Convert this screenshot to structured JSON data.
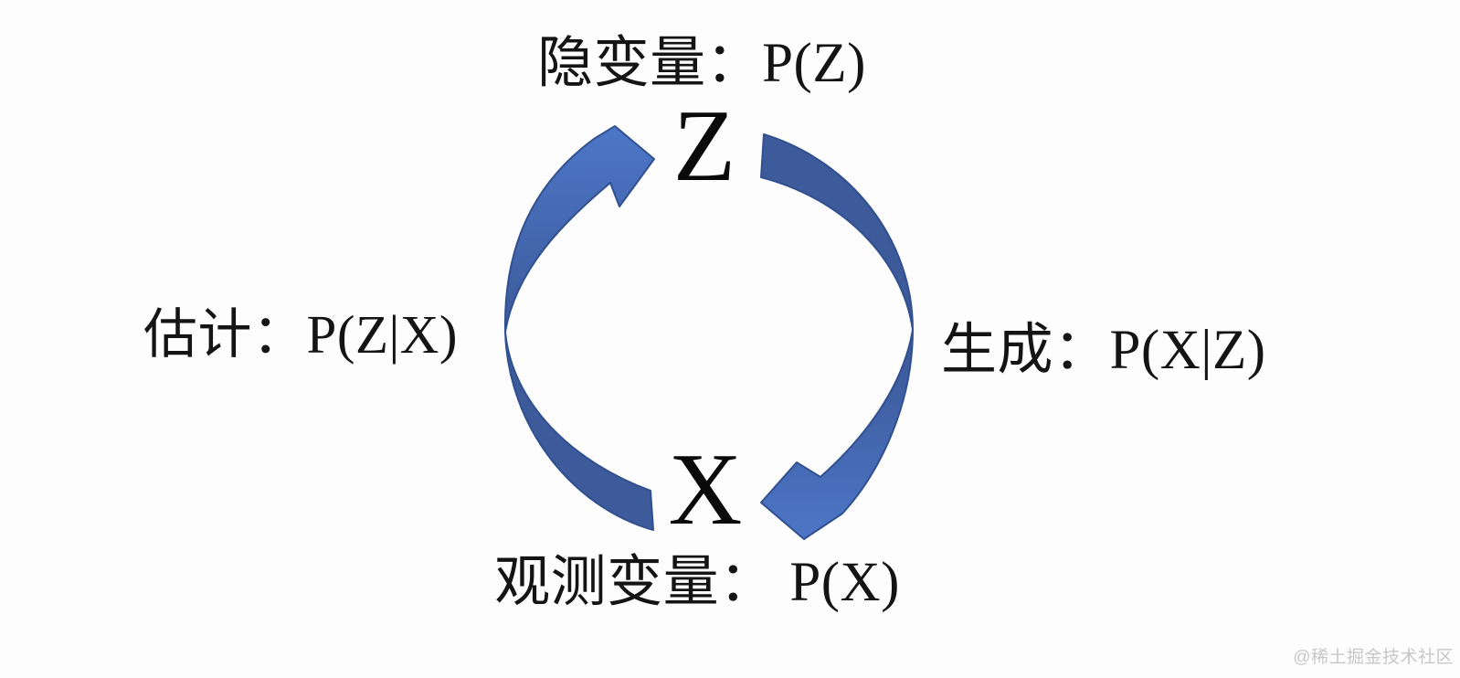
{
  "diagram": {
    "title_context": "latent-variable-cycle",
    "top_label": "隐变量：P(Z)",
    "latent_node": "Z",
    "left_label": "估计：P(Z|X)",
    "right_label": "生成：P(X|Z)",
    "observed_node": "X",
    "bottom_label": "观测变量： P(X)",
    "watermark": "@稀土掘金技术社区",
    "colors": {
      "arrow_dark": "#3d5a9b",
      "arrow_light": "#4d77c8",
      "arrow_outline": "#31508f",
      "text": "#141414",
      "watermark": "#c7c7c7",
      "background": "#fdfdfd"
    }
  }
}
